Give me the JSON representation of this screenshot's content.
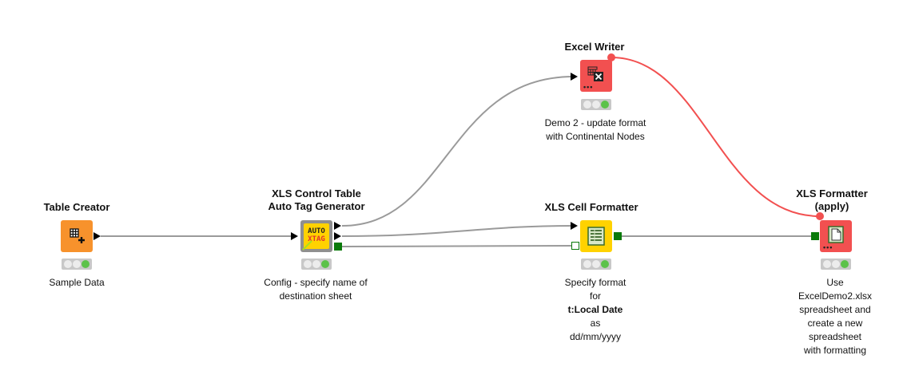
{
  "workflow": {
    "nodes": [
      {
        "id": "table-creator",
        "title": "Table Creator",
        "description": [
          "Sample Data"
        ],
        "color": "#f7922c",
        "icon": "table-plus-icon",
        "status": "executed"
      },
      {
        "id": "xls-control-table",
        "title_lines": [
          "XLS Control Table",
          "Auto Tag Generator"
        ],
        "description": [
          "Config  - specify name of",
          "destination sheet"
        ],
        "color": "#ffd200",
        "icon": "auto-xtag-icon",
        "icon_text": [
          "AUTO",
          "XTAG"
        ],
        "status": "executed"
      },
      {
        "id": "excel-writer",
        "title": "Excel Writer",
        "description": [
          "Demo 2 - update format",
          "with Continental Nodes"
        ],
        "color": "#f25050",
        "icon": "excel-x-icon",
        "status": "executed"
      },
      {
        "id": "xls-cell-formatter",
        "title": "XLS Cell Formatter",
        "description": [
          "Specify format",
          "for",
          "t:Local Date",
          "as",
          "dd/mm/yyyy"
        ],
        "color": "#ffd200",
        "icon": "spreadsheet-format-icon",
        "status": "executed"
      },
      {
        "id": "xls-formatter-apply",
        "title_lines": [
          "XLS Formatter",
          "(apply)"
        ],
        "description": [
          "Use",
          "ExcelDemo2.xlsx",
          "spreadsheet and",
          "create a new",
          "spreadsheet",
          "with formatting"
        ],
        "color": "#f25050",
        "icon": "document-icon",
        "status": "executed"
      }
    ],
    "connection_colors": {
      "data": "#9a9a9a",
      "flow_variable": "#f25050"
    },
    "status_colors": {
      "inactive": "#ececec",
      "executed": "#5cc24a",
      "frame": "#c8c8c8"
    }
  }
}
